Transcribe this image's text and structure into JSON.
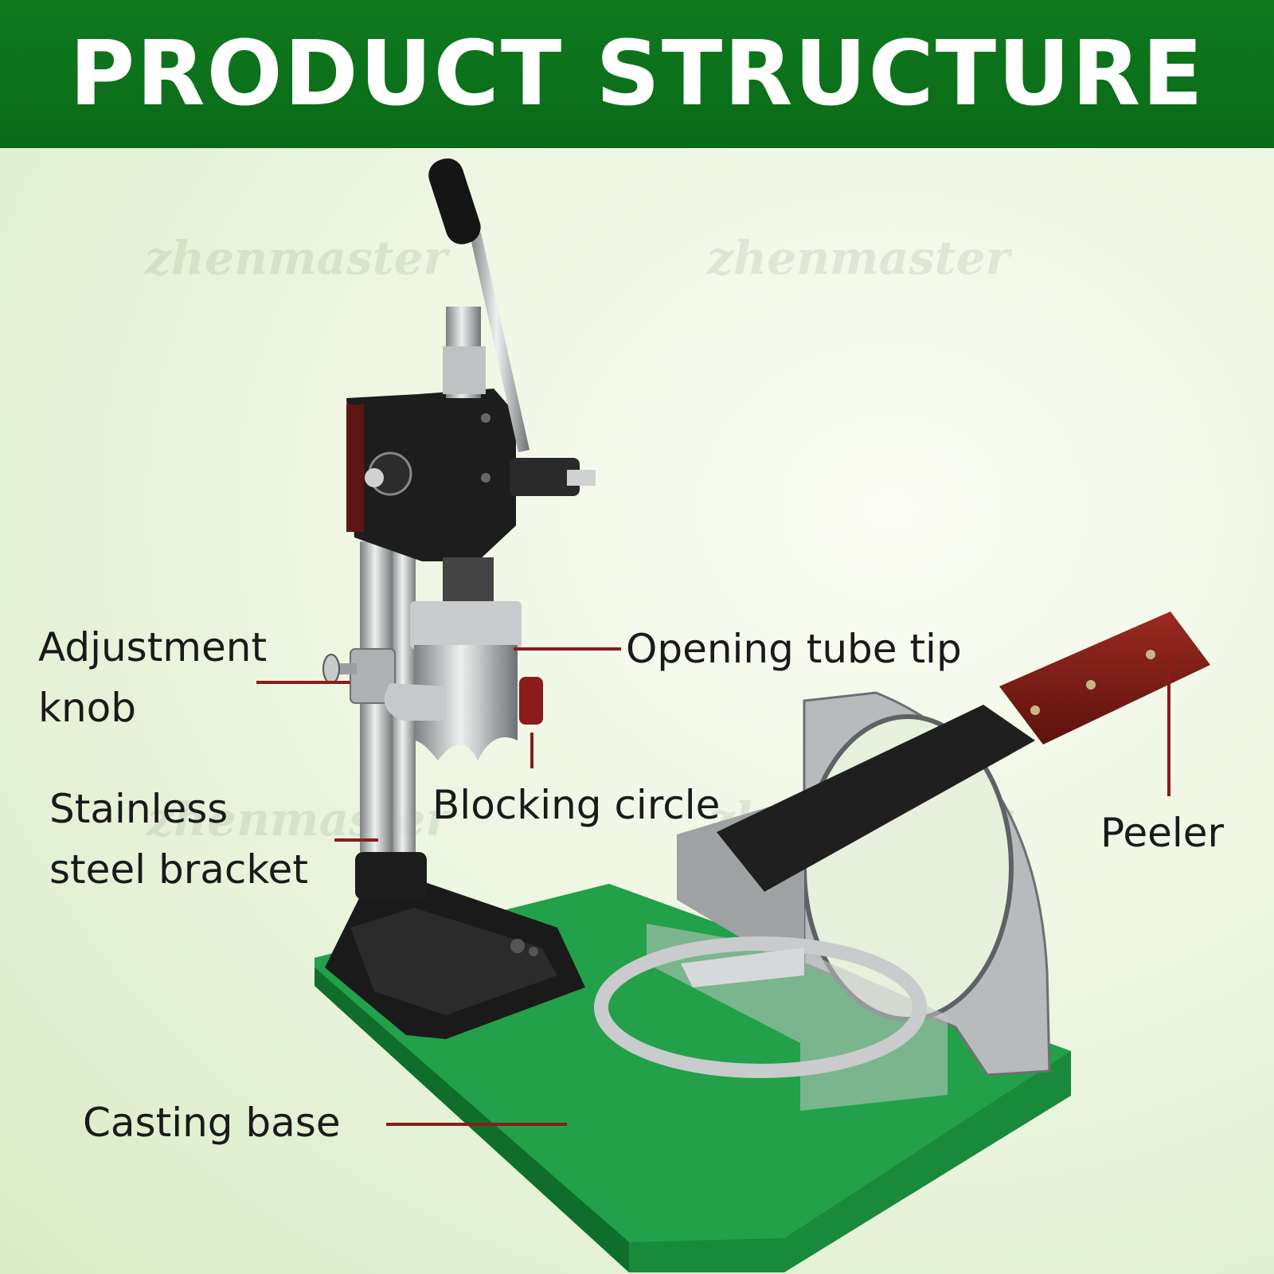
{
  "banner": {
    "title": "PRODUCT STRUCTURE"
  },
  "watermarks": [
    "zhenmaster",
    "zhenmaster",
    "zhenmaster",
    "zhenmaster"
  ],
  "labels": {
    "adjustment_knob": [
      "Adjustment",
      "knob"
    ],
    "opening_tube_tip": "Opening tube tip",
    "blocking_circle": "Blocking circle",
    "stainless_bracket": [
      "Stainless",
      "steel bracket"
    ],
    "peeler": "Peeler",
    "casting_base": "Casting base"
  },
  "colors": {
    "banner": "#0b6d18",
    "base_board": "#1f9a45",
    "cast_iron": "#1d1d1d",
    "steel": "#b9bcbd",
    "handle_wood": "#7a1a14",
    "leader_line": "#8a1c1c"
  }
}
